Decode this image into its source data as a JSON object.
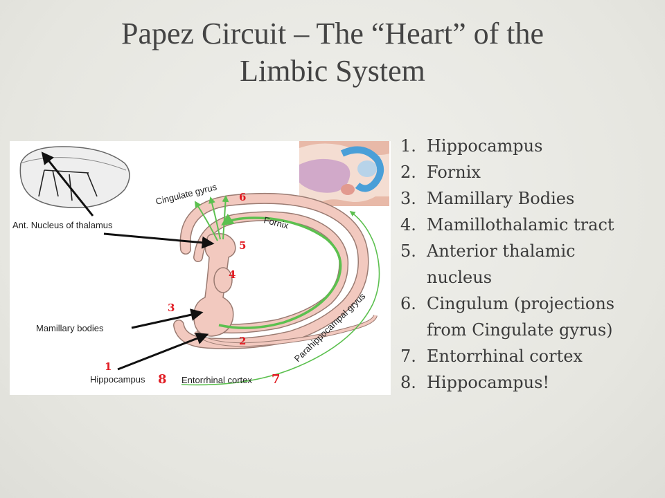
{
  "title": {
    "line1": "Papez Circuit – The “Heart” of the",
    "line2": "Limbic System"
  },
  "diagram": {
    "labels": {
      "ant_nucleus": "Ant. Nucleus of thalamus",
      "cingulate_gyrus": "Cingulate gyrus",
      "fornix": "Fornix",
      "mamillary_bodies": "Mamillary bodies",
      "hippocampus": "Hippocampus",
      "entorrhinal_cortex": "Entorrhinal cortex",
      "parahippocampal_gyrus": "Parahippocampal gryus"
    },
    "numbers": {
      "n1": "1",
      "n2": "2",
      "n3": "3",
      "n4": "4",
      "n5": "5",
      "n6": "6",
      "n7": "7",
      "n8": "8"
    },
    "colors": {
      "structure_fill": "#f2c9bf",
      "structure_stroke": "#9a7b72",
      "pathway": "#5cc04f",
      "marker": "#e11b22",
      "panel": "#ffffff"
    }
  },
  "legend": {
    "items": [
      {
        "num": "1.",
        "line1": "Hippocampus",
        "line2": ""
      },
      {
        "num": "2.",
        "line1": "Fornix",
        "line2": ""
      },
      {
        "num": "3.",
        "line1": "Mamillary Bodies",
        "line2": ""
      },
      {
        "num": "4.",
        "line1": "Mamillothalamic tract",
        "line2": ""
      },
      {
        "num": "5.",
        "line1": "Anterior thalamic",
        "line2": "nucleus"
      },
      {
        "num": "6.",
        "line1": "Cingulum (projections",
        "line2": "from Cingulate gyrus)"
      },
      {
        "num": "7.",
        "line1": "Entorrhinal cortex",
        "line2": ""
      },
      {
        "num": "8.",
        "line1": "Hippocampus!",
        "line2": ""
      }
    ]
  }
}
